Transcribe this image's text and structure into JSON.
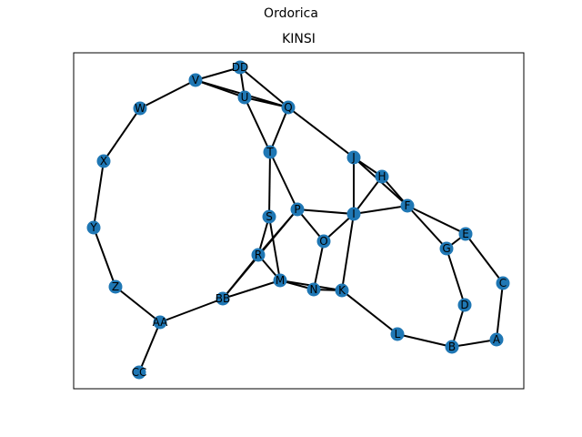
{
  "figure": {
    "suptitle": "Ordorica",
    "title": "KINSI"
  },
  "style": {
    "node_color": "#1f77b4",
    "edge_color": "#000000",
    "frame_color": "#000000"
  },
  "graph": {
    "nodes": [
      "A",
      "B",
      "C",
      "D",
      "E",
      "F",
      "G",
      "H",
      "I",
      "J",
      "K",
      "L",
      "M",
      "N",
      "O",
      "P",
      "Q",
      "R",
      "S",
      "T",
      "U",
      "V",
      "W",
      "X",
      "Y",
      "Z",
      "AA",
      "BB",
      "CC",
      "DD"
    ],
    "edges": [
      [
        "DD",
        "V"
      ],
      [
        "DD",
        "U"
      ],
      [
        "DD",
        "Q"
      ],
      [
        "V",
        "U"
      ],
      [
        "V",
        "Q"
      ],
      [
        "V",
        "W"
      ],
      [
        "W",
        "X"
      ],
      [
        "X",
        "Y"
      ],
      [
        "Y",
        "Z"
      ],
      [
        "Z",
        "AA"
      ],
      [
        "AA",
        "CC"
      ],
      [
        "AA",
        "BB"
      ],
      [
        "U",
        "Q"
      ],
      [
        "U",
        "T"
      ],
      [
        "Q",
        "T"
      ],
      [
        "Q",
        "J"
      ],
      [
        "T",
        "S"
      ],
      [
        "T",
        "P"
      ],
      [
        "J",
        "H"
      ],
      [
        "J",
        "F"
      ],
      [
        "J",
        "I"
      ],
      [
        "H",
        "F"
      ],
      [
        "H",
        "I"
      ],
      [
        "F",
        "I"
      ],
      [
        "F",
        "G"
      ],
      [
        "F",
        "E"
      ],
      [
        "E",
        "G"
      ],
      [
        "E",
        "C"
      ],
      [
        "G",
        "D"
      ],
      [
        "D",
        "B"
      ],
      [
        "C",
        "A"
      ],
      [
        "A",
        "B"
      ],
      [
        "B",
        "L"
      ],
      [
        "L",
        "K"
      ],
      [
        "I",
        "P"
      ],
      [
        "I",
        "O"
      ],
      [
        "I",
        "K"
      ],
      [
        "P",
        "O"
      ],
      [
        "P",
        "R"
      ],
      [
        "P",
        "BB"
      ],
      [
        "S",
        "R"
      ],
      [
        "S",
        "M"
      ],
      [
        "R",
        "M"
      ],
      [
        "R",
        "BB"
      ],
      [
        "BB",
        "M"
      ],
      [
        "M",
        "N"
      ],
      [
        "M",
        "K"
      ],
      [
        "N",
        "K"
      ],
      [
        "O",
        "N"
      ]
    ]
  }
}
